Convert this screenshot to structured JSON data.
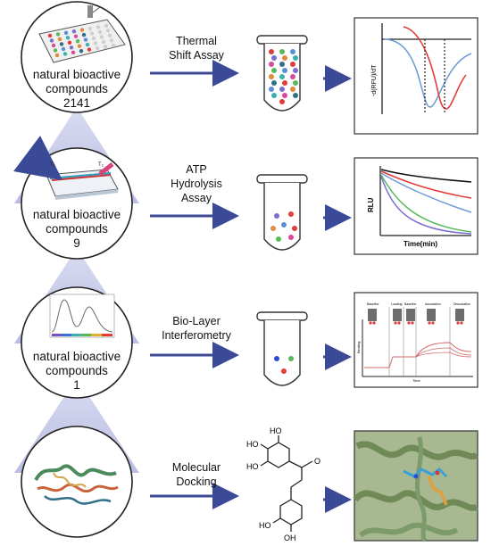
{
  "stages": [
    {
      "compounds_line1": "natural bioactive",
      "compounds_line2": "compounds",
      "count": "2141",
      "method_line1": "Thermal",
      "method_line2": "Shift Assay",
      "result_ylabel": "-d(RFU)/dT"
    },
    {
      "compounds_line1": "natural bioactive",
      "compounds_line2": "compounds",
      "count": "9",
      "method_line1": "ATP",
      "method_line2": "Hydrolysis",
      "method_line3": "Assay",
      "result_ylabel": "RLU",
      "result_xlabel": "Time(min)"
    },
    {
      "compounds_line1": "natural bioactive",
      "compounds_line2": "compounds",
      "count": "1",
      "method_line1": "Bio-Layer",
      "method_line2": "Interferometry",
      "result_ylabel": "Binding",
      "result_xlabel": "Time",
      "phase_labels": [
        "Baseline",
        "Loading",
        "Baseline",
        "Association",
        "Dissociation"
      ]
    },
    {
      "method_line1": "Molecular",
      "method_line2": "Docking",
      "hydroxyl": "HO",
      "hydroxyl_r": "OH",
      "oxygen": "O"
    }
  ],
  "colors": {
    "funnel": "#c7cbe8",
    "arrow": "#3a4a96",
    "red": "#e23b3b",
    "blue": "#5a8fd6",
    "green": "#59b85a",
    "purple": "#7a6fd0",
    "protein_green": "#7d9a6a"
  }
}
